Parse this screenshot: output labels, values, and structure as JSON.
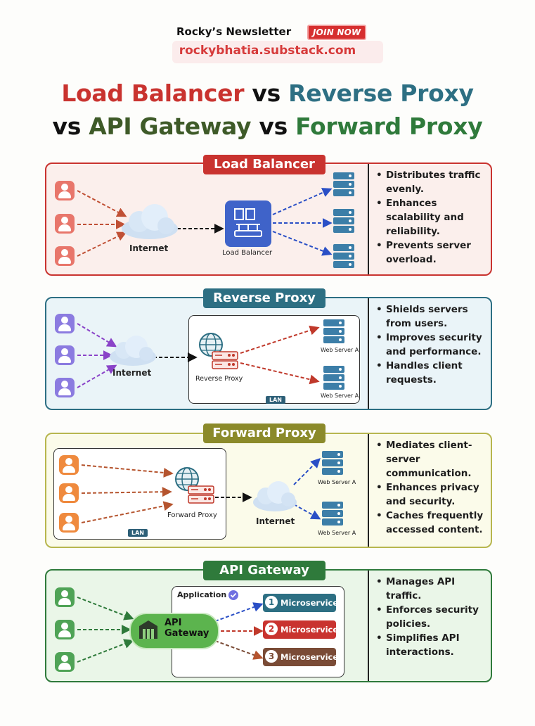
{
  "header": {
    "newsletter": "Rocky’s Newsletter",
    "join_label": "JOIN NOW",
    "url": "rockybhatia.substack.com"
  },
  "title": {
    "part1": "Load Balancer",
    "vs1": " vs ",
    "part2": "Reverse Proxy",
    "vs2": "vs ",
    "part3": "API Gateway",
    "vs3": " vs ",
    "part4": "Forward Proxy"
  },
  "colors": {
    "load_balancer": "#c9332f",
    "reverse_proxy": "#2d6f83",
    "forward_proxy": "#8b8a2a",
    "api_gateway": "#2f7a3b",
    "microservice_1": "#2d6f83",
    "microservice_2": "#c9332f",
    "microservice_3": "#7a4b36"
  },
  "sections": {
    "load_balancer": {
      "badge": "Load Balancer",
      "internet_label": "Internet",
      "device_label": "Load Balancer",
      "bullets": [
        "Distributes traffic evenly.",
        "Enhances scalability and reliability.",
        "Prevents server overload."
      ]
    },
    "reverse_proxy": {
      "badge": "Reverse Proxy",
      "internet_label": "Internet",
      "device_label": "Reverse Proxy",
      "server_a_label": "Web Server A",
      "server_b_label": "Web Server A",
      "lan_label": "LAN",
      "bullets": [
        "Shields servers from users.",
        "Improves security and performance.",
        "Handles client requests."
      ]
    },
    "forward_proxy": {
      "badge": "Forward Proxy",
      "internet_label": "Internet",
      "device_label": "Forward Proxy",
      "server_a_label": "Web Server A",
      "server_b_label": "Web Server A",
      "lan_label": "LAN",
      "bullets": [
        "Mediates client-server communication.",
        "Enhances privacy and security.",
        "Caches frequently accessed content."
      ]
    },
    "api_gateway": {
      "badge": "API Gateway",
      "gateway_line1": "API",
      "gateway_line2": "Gateway",
      "application_label": "Application",
      "microservices": [
        {
          "num": "1",
          "label": "Microservice"
        },
        {
          "num": "2",
          "label": "Microservice"
        },
        {
          "num": "3",
          "label": "Microservice"
        }
      ],
      "bullets": [
        "Manages API traffic.",
        "Enforces security policies.",
        "Simplifies API interactions."
      ]
    }
  },
  "icons": [
    "user-icon",
    "cloud-icon",
    "server-icon",
    "globe-icon",
    "load-balancer-icon",
    "check-badge-icon",
    "gateway-icon"
  ]
}
